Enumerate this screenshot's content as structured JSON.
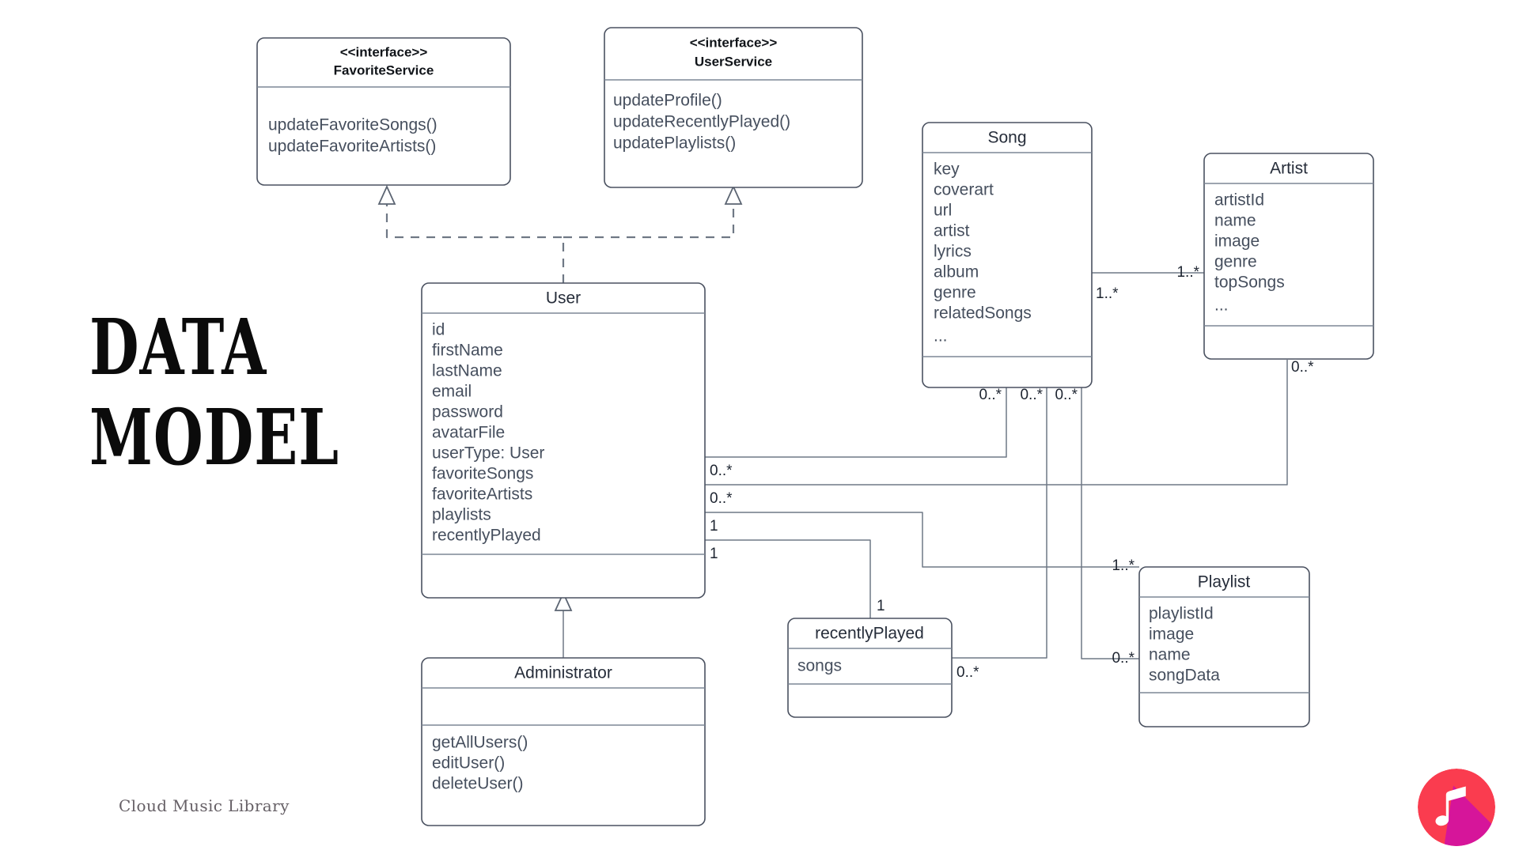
{
  "title": {
    "line1": "DATA",
    "line2": "MODEL"
  },
  "footer": {
    "brand": "Cloud Music Library"
  },
  "logo": {
    "name": "music-note-logo",
    "color_primary": "#fa3c4f",
    "color_shadow": "#d6159a",
    "note_color": "#ffffff"
  },
  "diagram": {
    "type": "uml-class-diagram",
    "classes": [
      {
        "id": "favoriteService",
        "stereotype": "<<interface>>",
        "name": "FavoriteService",
        "attributes": [],
        "methods": [
          "updateFavoriteSongs()",
          "updateFavoriteArtists()"
        ]
      },
      {
        "id": "userService",
        "stereotype": "<<interface>>",
        "name": "UserService",
        "attributes": [],
        "methods": [
          "updateProfile()",
          "updateRecentlyPlayed()",
          "updatePlaylists()"
        ]
      },
      {
        "id": "song",
        "stereotype": "",
        "name": "Song",
        "attributes": [
          "key",
          "coverart",
          "url",
          "artist",
          "lyrics",
          "album",
          "genre",
          "relatedSongs",
          "..."
        ],
        "methods": []
      },
      {
        "id": "artist",
        "stereotype": "",
        "name": "Artist",
        "attributes": [
          "artistId",
          "name",
          "image",
          "genre",
          "topSongs",
          "..."
        ],
        "methods": []
      },
      {
        "id": "user",
        "stereotype": "",
        "name": "User",
        "attributes": [
          "id",
          "firstName",
          "lastName",
          "email",
          "password",
          "avatarFile",
          "userType: User",
          "favoriteSongs",
          "favoriteArtists",
          "playlists",
          "recentlyPlayed"
        ],
        "methods": []
      },
      {
        "id": "administrator",
        "stereotype": "",
        "name": "Administrator",
        "attributes": [],
        "methods": [
          "getAllUsers()",
          "editUser()",
          "deleteUser()"
        ]
      },
      {
        "id": "recentlyPlayed",
        "stereotype": "",
        "name": "recentlyPlayed",
        "attributes": [
          "songs"
        ],
        "methods": []
      },
      {
        "id": "playlist",
        "stereotype": "",
        "name": "Playlist",
        "attributes": [
          "playlistId",
          "image",
          "name",
          "songData"
        ],
        "methods": []
      }
    ],
    "relationships": [
      {
        "from": "user",
        "to": "favoriteService",
        "kind": "realization",
        "from_mult": "",
        "to_mult": ""
      },
      {
        "from": "user",
        "to": "userService",
        "kind": "realization",
        "from_mult": "",
        "to_mult": ""
      },
      {
        "from": "administrator",
        "to": "user",
        "kind": "generalization",
        "from_mult": "",
        "to_mult": ""
      },
      {
        "from": "song",
        "to": "artist",
        "kind": "association",
        "from_mult": "1..*",
        "to_mult": "1..*"
      },
      {
        "from": "user",
        "to": "song",
        "kind": "association",
        "from_mult": "0..*",
        "to_mult": "0..*"
      },
      {
        "from": "user",
        "to": "artist",
        "kind": "association",
        "from_mult": "0..*",
        "to_mult": "0..*"
      },
      {
        "from": "user",
        "to": "playlist",
        "kind": "association",
        "from_mult": "1",
        "to_mult": "1..*"
      },
      {
        "from": "user",
        "to": "recentlyPlayed",
        "kind": "association",
        "from_mult": "1",
        "to_mult": "1"
      },
      {
        "from": "recentlyPlayed",
        "to": "song",
        "kind": "association",
        "from_mult": "0..*",
        "to_mult": "0..*"
      },
      {
        "from": "playlist",
        "to": "song",
        "kind": "association",
        "from_mult": "0..*",
        "to_mult": "0..*"
      }
    ],
    "multiplicity_labels": [
      "1..*",
      "1..*",
      "0..*",
      "0..*",
      "0..*",
      "0..*",
      "0..*",
      "0..*",
      "1",
      "1",
      "1",
      "1..*",
      "0..*",
      "0..*"
    ]
  }
}
